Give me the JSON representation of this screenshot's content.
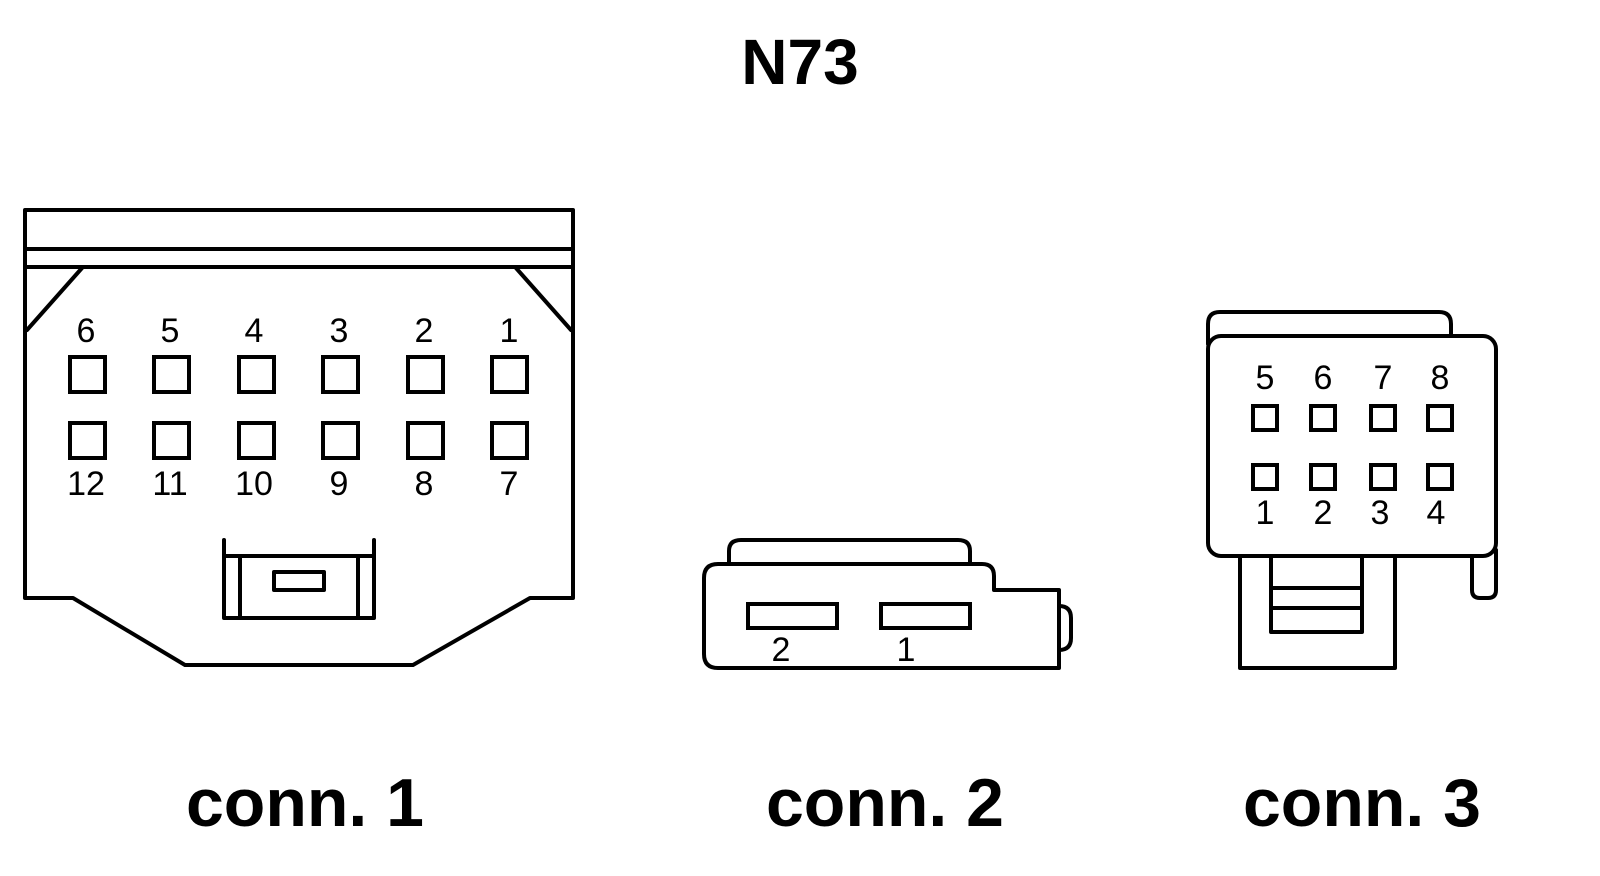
{
  "title": "N73",
  "connectors": [
    {
      "label": "conn. 1",
      "pins_top": [
        "6",
        "5",
        "4",
        "3",
        "2",
        "1"
      ],
      "pins_bottom": [
        "12",
        "11",
        "10",
        "9",
        "8",
        "7"
      ]
    },
    {
      "label": "conn. 2",
      "pins": [
        "2",
        "1"
      ]
    },
    {
      "label": "conn. 3",
      "pins_top": [
        "5",
        "6",
        "7",
        "8"
      ],
      "pins_bottom": [
        "1",
        "2",
        "3",
        "4"
      ]
    }
  ]
}
